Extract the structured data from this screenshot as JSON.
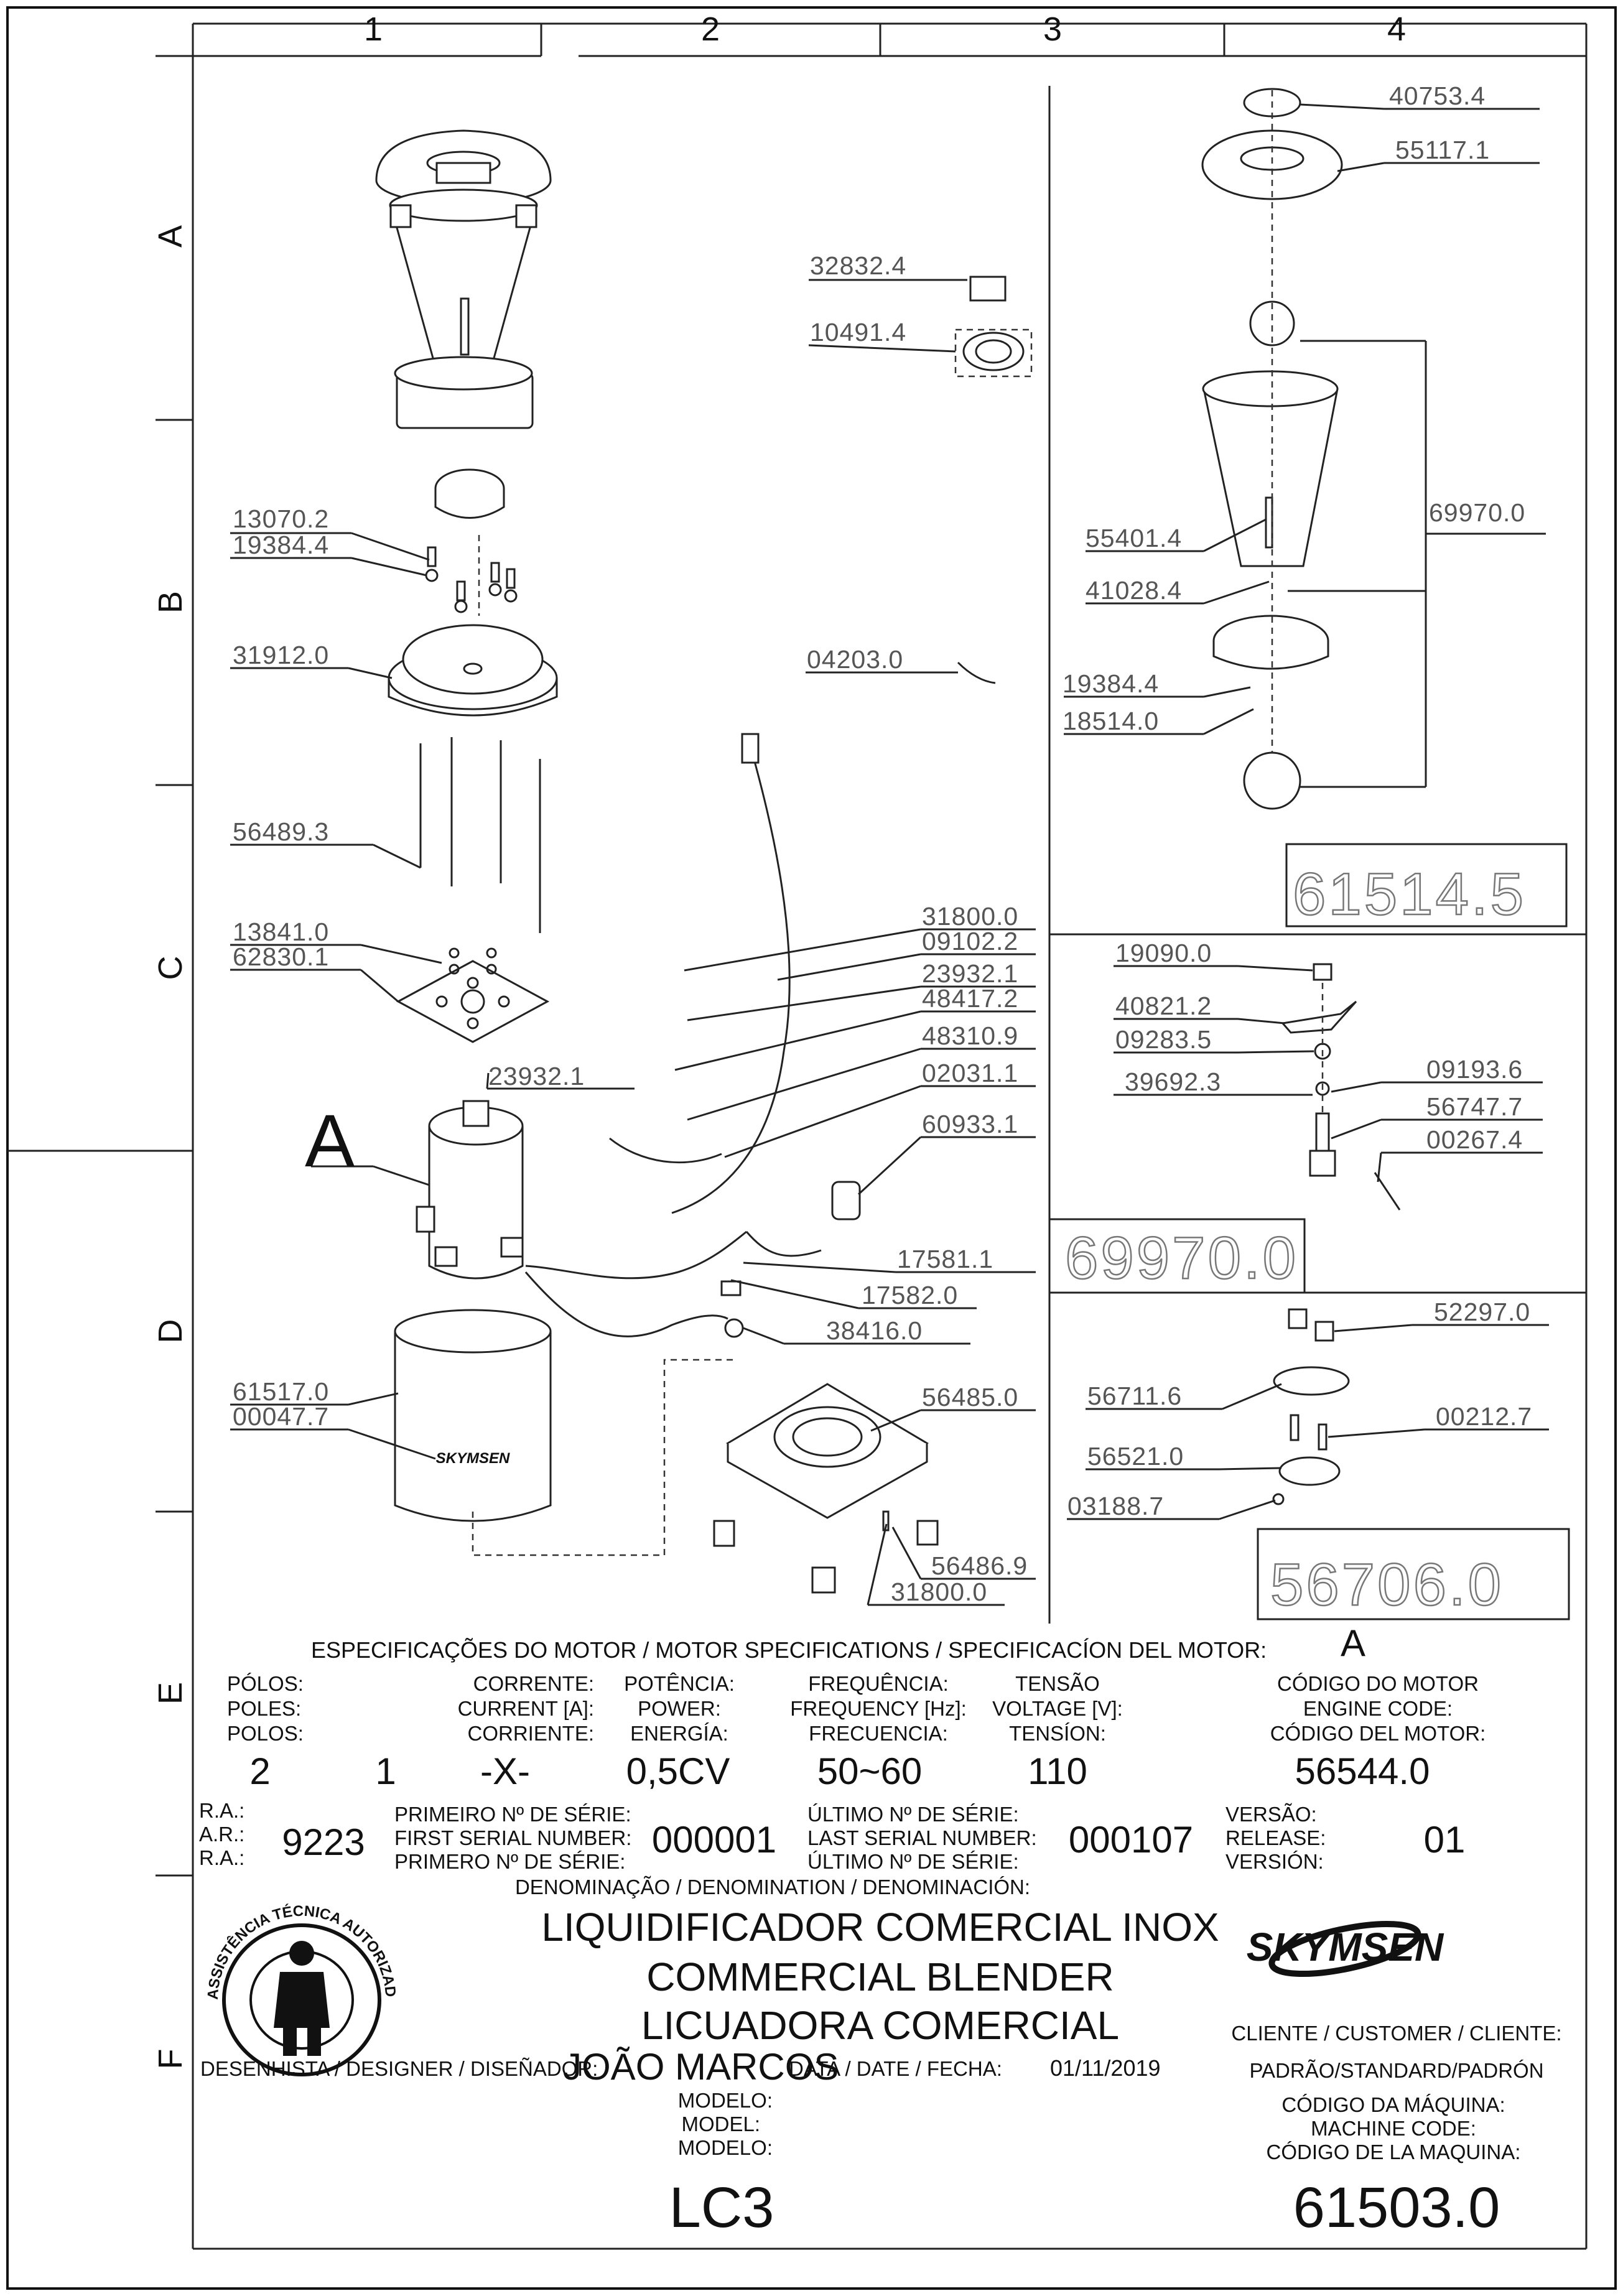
{
  "grid": {
    "columns": [
      "1",
      "2",
      "3",
      "4"
    ],
    "rows": [
      "A",
      "B",
      "C",
      "D",
      "E",
      "F"
    ]
  },
  "parts_main": [
    {
      "code": "13070.2"
    },
    {
      "code": "19384.4"
    },
    {
      "code": "31912.0"
    },
    {
      "code": "56489.3"
    },
    {
      "code": "13841.0"
    },
    {
      "code": "62830.1"
    },
    {
      "code": "23932.1"
    },
    {
      "code": "61517.0"
    },
    {
      "code": "00047.7"
    },
    {
      "code": "32832.4"
    },
    {
      "code": "10491.4"
    },
    {
      "code": "04203.0"
    },
    {
      "code": "31800.0"
    },
    {
      "code": "09102.2"
    },
    {
      "code": "23932.1"
    },
    {
      "code": "48417.2"
    },
    {
      "code": "48310.9"
    },
    {
      "code": "02031.1"
    },
    {
      "code": "60933.1"
    },
    {
      "code": "17581.1"
    },
    {
      "code": "17582.0"
    },
    {
      "code": "38416.0"
    },
    {
      "code": "56485.0"
    },
    {
      "code": "56486.9"
    },
    {
      "code": "31800.0"
    }
  ],
  "parts_cup": [
    {
      "code": "40753.4"
    },
    {
      "code": "55117.1"
    },
    {
      "code": "55401.4"
    },
    {
      "code": "69970.0"
    },
    {
      "code": "41028.4"
    },
    {
      "code": "19384.4"
    },
    {
      "code": "18514.0"
    }
  ],
  "parts_knife": [
    {
      "code": "19090.0"
    },
    {
      "code": "40821.2"
    },
    {
      "code": "09283.5"
    },
    {
      "code": "09193.6"
    },
    {
      "code": "39692.3"
    },
    {
      "code": "56747.7"
    },
    {
      "code": "00267.4"
    }
  ],
  "parts_coupling": [
    {
      "code": "52297.0"
    },
    {
      "code": "56711.6"
    },
    {
      "code": "00212.7"
    },
    {
      "code": "56521.0"
    },
    {
      "code": "03188.7"
    }
  ],
  "assemblies": {
    "cup": "61514.5",
    "knife": "69970.0",
    "coupling": "56706.0"
  },
  "motor_marker": "A",
  "logo": {
    "brand": "SKYMSEN"
  },
  "spec": {
    "heading": "ESPECIFICAÇÕES DO MOTOR / MOTOR SPECIFICATIONS / SPECIFICACÍON DEL MOTOR:",
    "motor_letter": "A",
    "poles": {
      "l1": "PÓLOS:",
      "l2": "POLES:",
      "l3": "POLOS:",
      "value": "2"
    },
    "current": {
      "l1": "CORRENTE:",
      "l2": "CURRENT [A]:",
      "l3": "CORRIENTE:",
      "value": "1"
    },
    "power": {
      "l1": "POTÊNCIA:",
      "l2": "POWER:",
      "l3": "ENERGÍA:",
      "value_x": "-X-",
      "value": "0,5CV"
    },
    "frequency": {
      "l1": "FREQUÊNCIA:",
      "l2": "FREQUENCY [Hz]:",
      "l3": "FRECUENCIA:",
      "value": "50~60"
    },
    "voltage": {
      "l1": "TENSÃO",
      "l2": "VOLTAGE [V]:",
      "l3": "TENSÍON:",
      "value": "110"
    },
    "engine": {
      "l1": "CÓDIGO DO MOTOR",
      "l2": "ENGINE CODE:",
      "l3": "CÓDIGO DEL MOTOR:",
      "value": "56544.0"
    }
  },
  "serial": {
    "ra": {
      "l1": "R.A.:",
      "l2": "A.R.:",
      "l3": "R.A.:",
      "value": "9223"
    },
    "first": {
      "l1": "PRIMEIRO Nº DE SÉRIE:",
      "l2": "FIRST SERIAL NUMBER:",
      "l3": "PRIMERO Nº DE SÉRIE:",
      "value": "000001"
    },
    "last": {
      "l1": "ÚLTIMO Nº DE SÉRIE:",
      "l2": "LAST SERIAL NUMBER:",
      "l3": "ÚLTIMO Nº DE SÉRIE:",
      "value": "000107"
    },
    "release": {
      "l1": "VERSÃO:",
      "l2": "RELEASE:",
      "l3": "VERSIÓN:",
      "value": "01"
    }
  },
  "denomination": {
    "label": "DENOMINAÇÃO / DENOMINATION / DENOMINACIÓN:",
    "pt": "LIQUIDIFICADOR COMERCIAL INOX",
    "en": "COMMERCIAL BLENDER",
    "es": "LICUADORA COMERCIAL"
  },
  "stamp": {
    "ring_text": "ASSISTÊNCIA TÉCNICA AUTORIZADA"
  },
  "designer": {
    "label": "DESENHISTA / DESIGNER / DISEÑADOR:",
    "name": "JOÃO MARCOS"
  },
  "date": {
    "label": "DATA / DATE / FECHA:",
    "value": "01/11/2019"
  },
  "client": {
    "label": "CLIENTE / CUSTOMER / CLIENTE:",
    "value": "PADRÃO/STANDARD/PADRÓN"
  },
  "model": {
    "l1": "MODELO:",
    "l2": "MODEL:",
    "l3": "MODELO:",
    "value": "LC3"
  },
  "machine": {
    "l1": "CÓDIGO DA MÁQUINA:",
    "l2": "MACHINE CODE:",
    "l3": "CÓDIGO DE LA MAQUINA:",
    "value": "61503.0"
  }
}
